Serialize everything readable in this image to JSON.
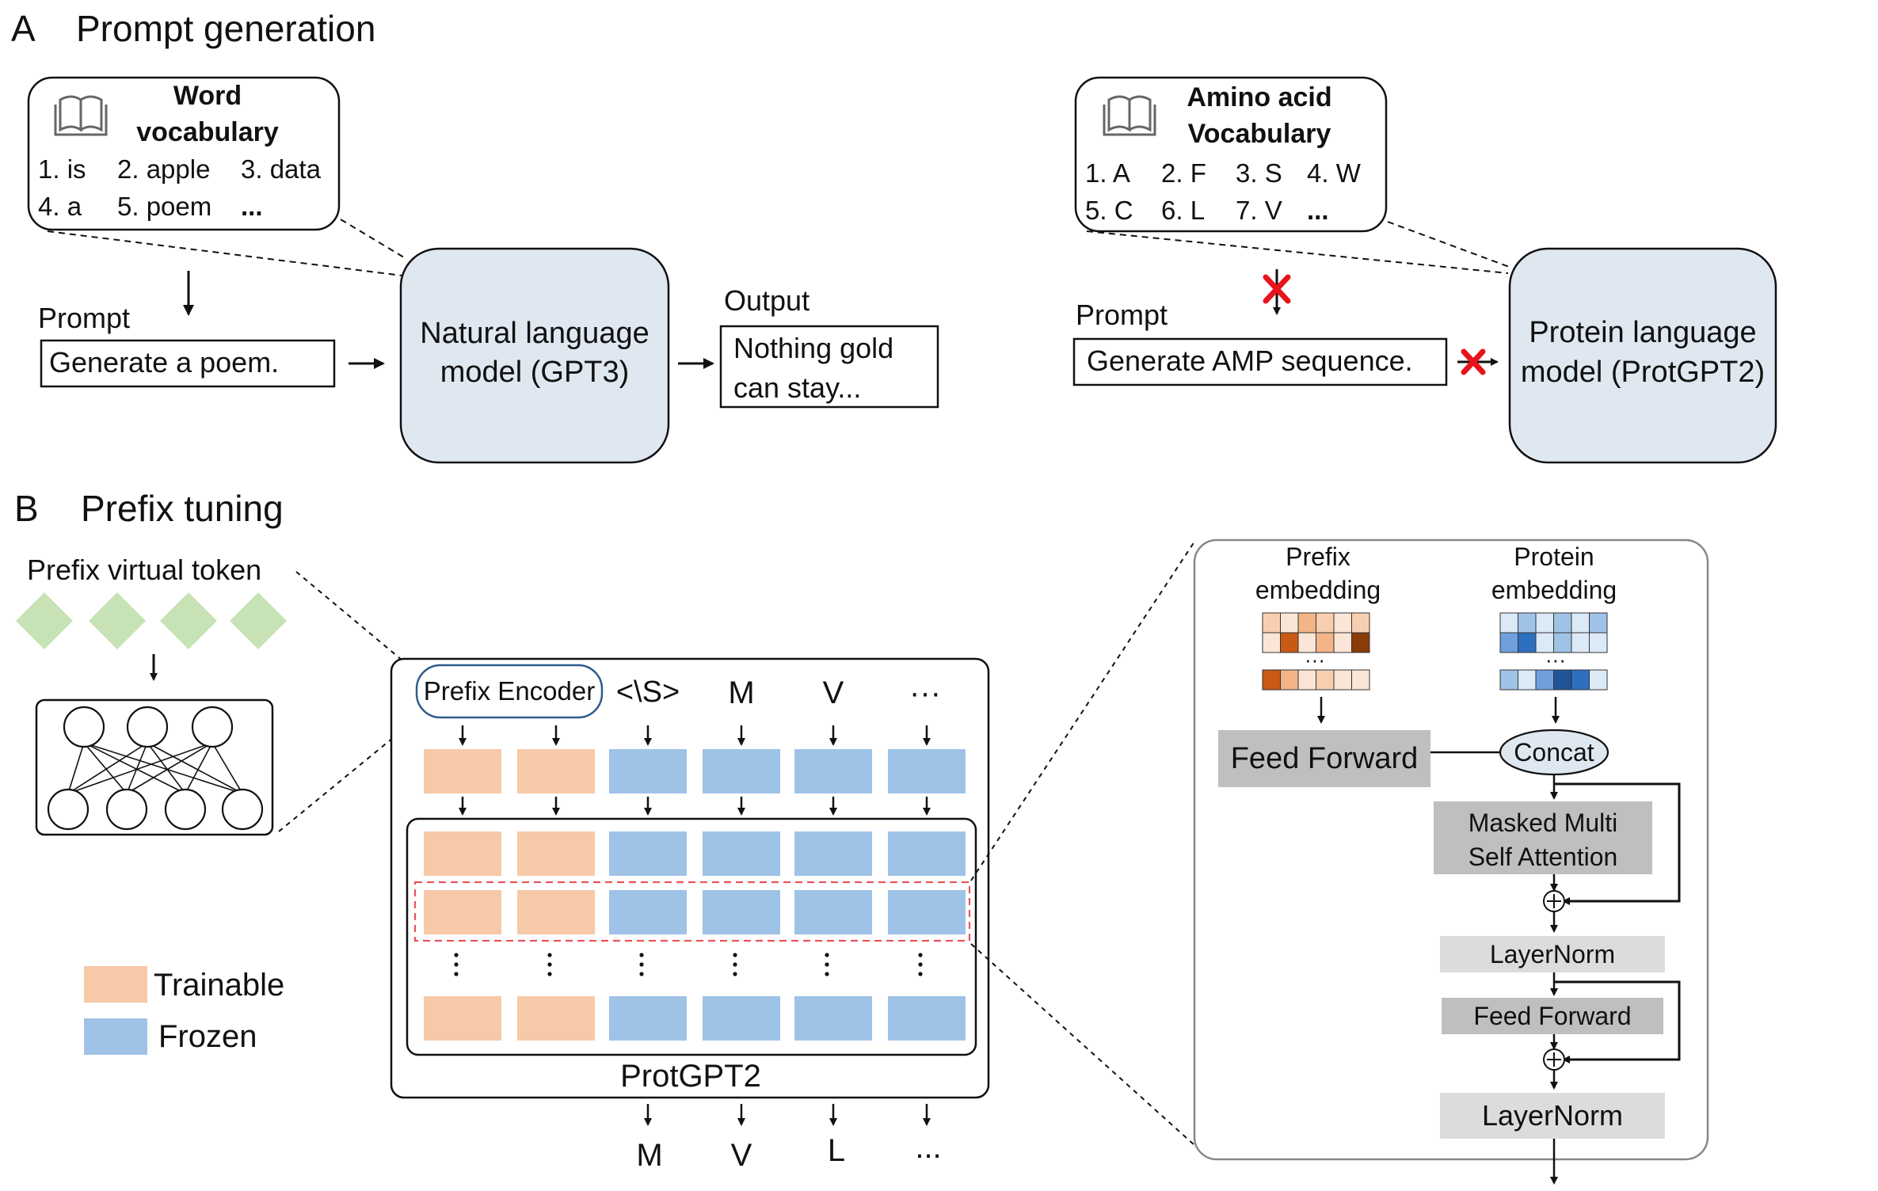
{
  "panel_a": {
    "letter": "A",
    "title": "Prompt generation",
    "left": {
      "vocab_title_line1": "Word",
      "vocab_title_line2": "vocabulary",
      "vocab_row1": [
        "1. is",
        "2. apple",
        "3. data"
      ],
      "vocab_row2": [
        "4. a",
        "5. poem",
        "..."
      ],
      "prompt_label": "Prompt",
      "prompt_text": "Generate a poem.",
      "model_line1": "Natural language",
      "model_line2": "model (GPT3)",
      "output_label": "Output",
      "output_line1": "Nothing gold",
      "output_line2": "can stay..."
    },
    "right": {
      "vocab_title_line1": "Amino acid",
      "vocab_title_line2": "Vocabulary",
      "vocab_row1": [
        "1. A",
        "2. F",
        "3. S",
        "4. W"
      ],
      "vocab_row2": [
        "5. C",
        "6. L",
        "7. V",
        "..."
      ],
      "prompt_label": "Prompt",
      "prompt_text": "Generate AMP sequence.",
      "model_line1": "Protein language",
      "model_line2": "model (ProtGPT2)"
    }
  },
  "panel_b": {
    "letter": "B",
    "title": "Prefix tuning",
    "prefix_label": "Prefix virtual token",
    "encoder_label": "Prefix Encoder",
    "input_tokens": [
      "<\\S>",
      "M",
      "V",
      "···"
    ],
    "output_tokens": [
      "M",
      "V",
      "L",
      "..."
    ],
    "model_label": "ProtGPT2",
    "legend": [
      {
        "label": "Trainable",
        "color": "#f6c9a8"
      },
      {
        "label": "Frozen",
        "color": "#9fc3e7"
      }
    ],
    "detail": {
      "prefix_emb_line1": "Prefix",
      "prefix_emb_line2": "embedding",
      "protein_emb_line1": "Protein",
      "protein_emb_line2": "embedding",
      "feed_forward_big": "Feed Forward",
      "concat": "Concat",
      "masked_line1": "Masked Multi",
      "masked_line2": "Self Attention",
      "layernorm1": "LayerNorm",
      "feed_forward_small": "Feed Forward",
      "layernorm2": "LayerNorm"
    }
  },
  "colors": {
    "model_fill": "#dfe8f1",
    "trainable": "#f6c9a8",
    "frozen": "#9fc3e7",
    "diamond": "#c7e3b5",
    "red_cross": "#e8141b",
    "dark_gray": "#bfbfbf",
    "light_gray": "#dcdcdc"
  }
}
